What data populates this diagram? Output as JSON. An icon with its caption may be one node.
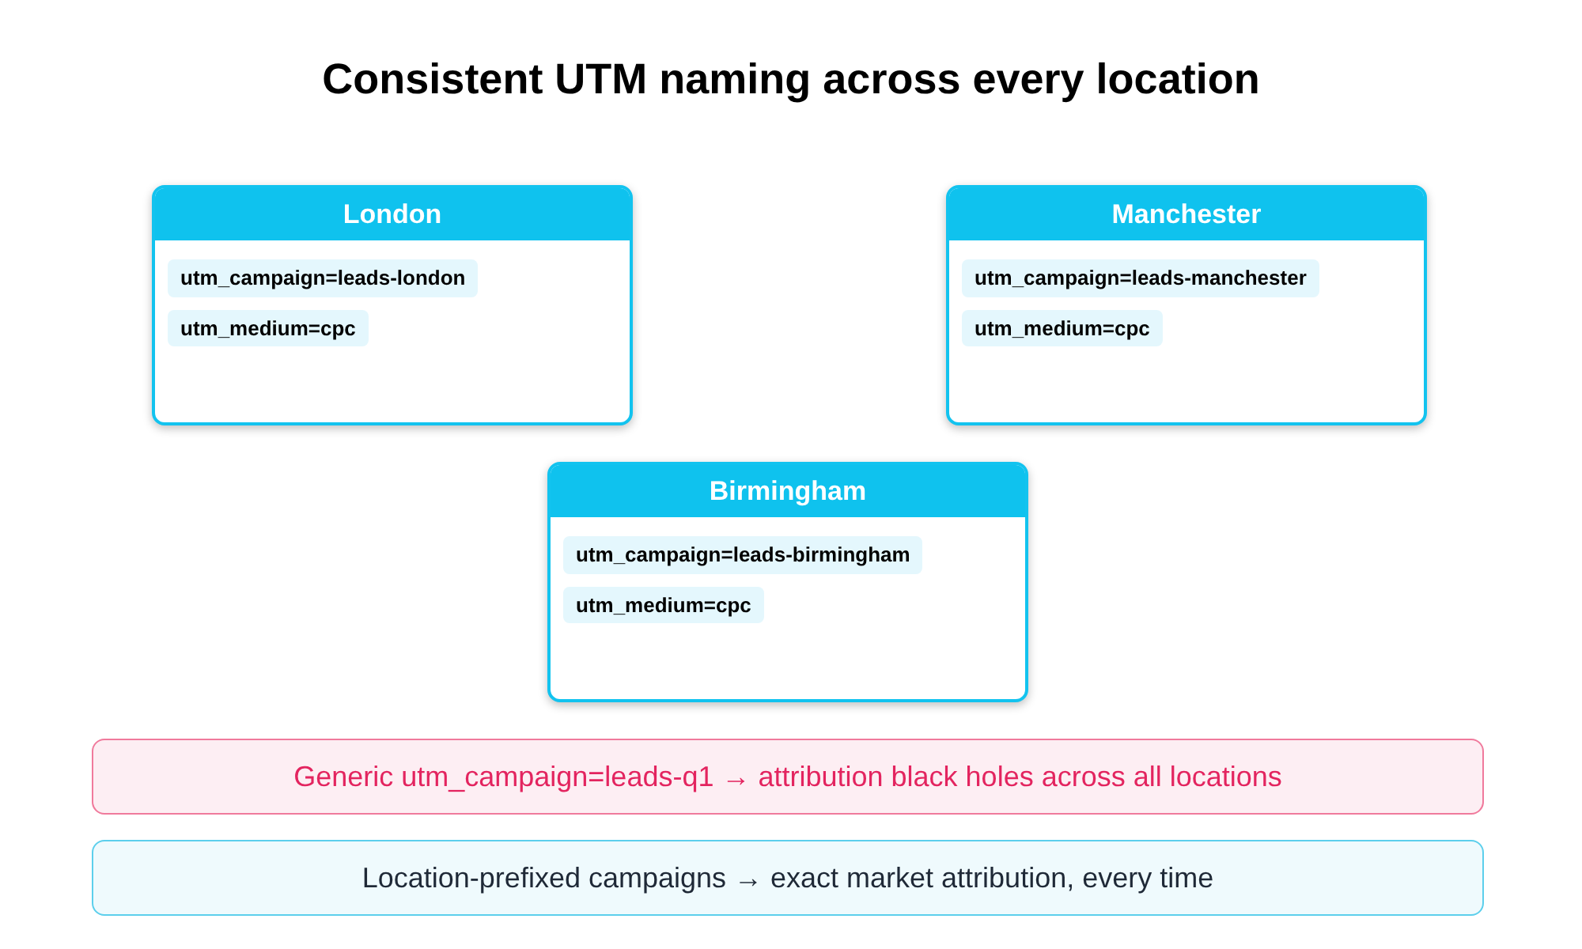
{
  "diagram": {
    "title": "Consistent UTM naming across every location",
    "nodes": [
      {
        "text": [
          "London",
          "utm_campaign=leads-london",
          "utm_medium=cpc"
        ]
      },
      {
        "text": [
          "Manchester",
          "utm_campaign=leads-manchester",
          "utm_medium=cpc"
        ]
      },
      {
        "text": [
          "Birmingham",
          "utm_campaign=leads-birmingham",
          "utm_medium=cpc"
        ]
      },
      {
        "text": [
          "Generic utm_campaign=leads-q1 → attribution black holes across all locations"
        ]
      },
      {
        "text": [
          "Location-prefixed campaigns → exact market attribution, every time"
        ]
      }
    ]
  }
}
